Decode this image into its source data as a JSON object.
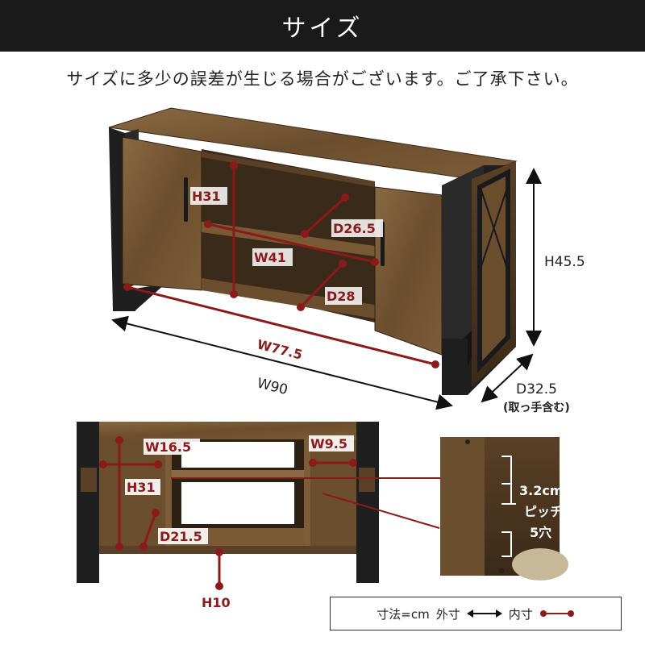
{
  "header": {
    "title": "サイズ"
  },
  "notice": "サイズに多少の誤差が生じる場合がございます。ご了承下さい。",
  "colors": {
    "inner": "#8b1a1a",
    "frame": "#1f1f1f",
    "wood": "#7a5a35",
    "wood_dark": "#4a3520"
  },
  "top_view": {
    "outer": {
      "width": "W90",
      "depth": "D32.5",
      "depth_note": "(取っ手含む)",
      "height": "H45.5"
    },
    "inner": {
      "width_total": "W77.5",
      "shelf_width": "W41",
      "shelf_height": "H31",
      "upper_depth": "D26.5",
      "lower_depth": "D28"
    }
  },
  "front_view": {
    "left_width": "W16.5",
    "right_width": "W9.5",
    "compartment_height": "H31",
    "compartment_depth": "D21.5",
    "leg_height": "H10"
  },
  "detail": {
    "pitch": "3.2cm",
    "pitch_label": "ピッチ",
    "holes": "5穴"
  },
  "legend": {
    "unit": "寸法=cm",
    "outer_label": "外寸",
    "inner_label": "内寸"
  }
}
